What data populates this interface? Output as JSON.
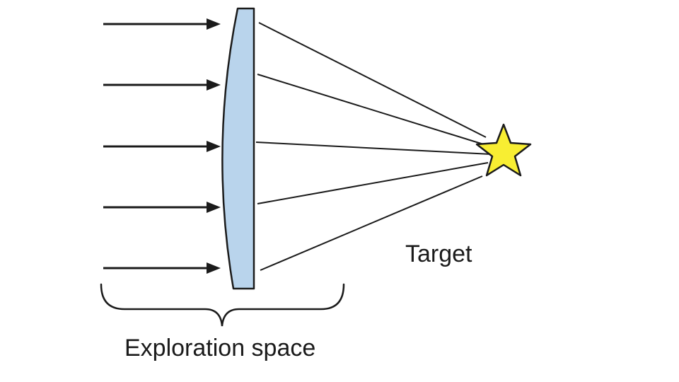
{
  "diagram": {
    "labels": {
      "target": "Target",
      "exploration_space": "Exploration space"
    },
    "colors": {
      "lens_fill": "#b9d4ec",
      "lens_stroke": "#1b1b1b",
      "star_fill": "#f8ee32",
      "star_stroke": "#1b1b1b",
      "ray_color": "#1b1b1b",
      "arrow_color": "#1b1b1b",
      "brace_color": "#1b1b1b",
      "background": "#ffffff"
    },
    "elements": {
      "input_arrows_count": 5,
      "converging_rays_count": 5
    }
  }
}
